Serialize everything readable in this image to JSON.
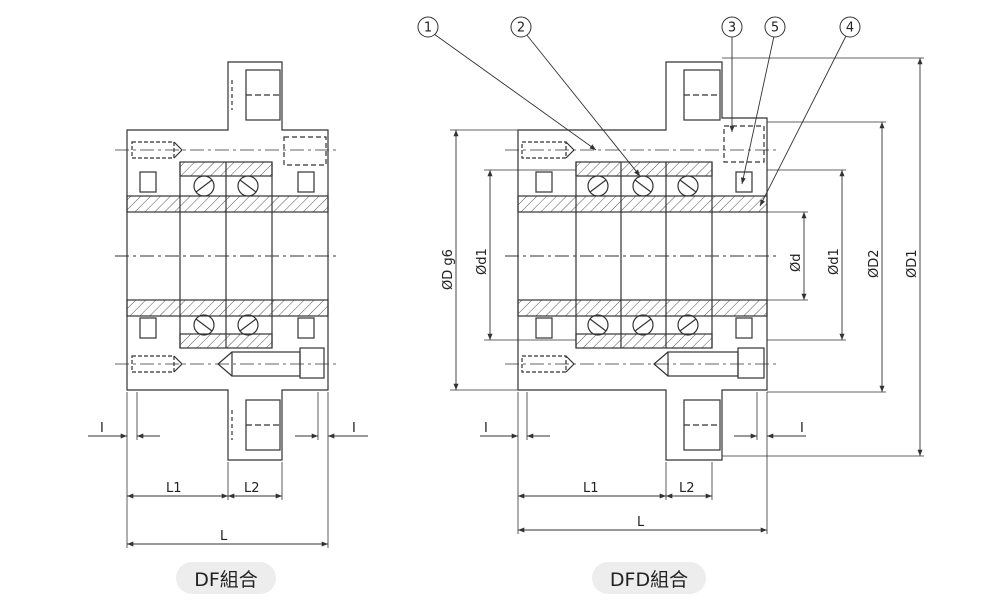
{
  "df": {
    "title": "DF組合",
    "dims": {
      "i_left": "I",
      "i_right": "I",
      "l1": "L1",
      "l2": "L2",
      "l": "L"
    }
  },
  "dfd": {
    "title": "DFD組合",
    "dims": {
      "i_left": "I",
      "i_right": "I",
      "l1": "L1",
      "l2": "L2",
      "l": "L",
      "od": "ØD g6",
      "d1_left": "Ød1",
      "d": "Ød",
      "d1_right": "Ød1",
      "d2": "ØD2",
      "d1_outer": "ØD1"
    },
    "callouts": [
      "1",
      "2",
      "3",
      "5",
      "4"
    ]
  },
  "colors": {
    "line": "#333333",
    "hatch": "#555555",
    "pill_bg": "#ededed"
  }
}
